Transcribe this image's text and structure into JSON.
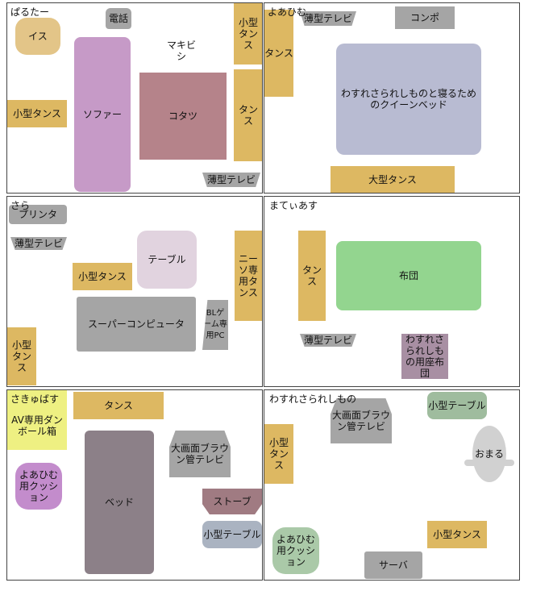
{
  "rooms": {
    "room1": {
      "label": "ぱるたー",
      "items": {
        "chair": "イス",
        "phone": "電話",
        "small_chest_top": "小型タンス",
        "sewing_machine": "マキビシ",
        "sofa": "ソファー",
        "small_chest_left": "小型タンス",
        "kotatsu": "コタツ",
        "chest_right": "タンス",
        "thin_tv": "薄型テレビ"
      }
    },
    "room2": {
      "label": "よあひむ",
      "items": {
        "thin_tv": "薄型テレビ",
        "stereo": "コンポ",
        "chest": "タンス",
        "queen_bed": "わすれさられしものと寝るためのクイーンベッド",
        "large_chest": "大型タンス"
      }
    },
    "room3": {
      "label": "さら",
      "items": {
        "printer": "プリンタ",
        "thin_tv": "薄型テレビ",
        "table": "テーブル",
        "nyson_chest": "ニーソ専用タンス",
        "small_chest_mid": "小型タンス",
        "supercomputer": "スーパーコンピュータ",
        "bl_game_pc": "BLゲーム専用PC",
        "small_chest_left": "小型タンス"
      }
    },
    "room4": {
      "label": "まてぃあす",
      "items": {
        "chest": "タンス",
        "futon": "布団",
        "thin_tv": "薄型テレビ",
        "cushion": "わすれさられしもの用座布団"
      }
    },
    "room5": {
      "label": "さきゅばす",
      "items": {
        "av_box": "AV専用ダンボール箱",
        "chest": "タンス",
        "bed": "ベッド",
        "crt_tv": "大画面ブラウン管テレビ",
        "cushion": "よあひむ用クッション",
        "stove": "ストーブ",
        "small_table": "小型テーブル"
      }
    },
    "room6": {
      "label": "わすれさられしもの",
      "items": {
        "crt_tv": "大画面ブラウン管テレビ",
        "small_table": "小型テーブル",
        "small_chest_left": "小型タンス",
        "potty": "おまる",
        "small_chest_right": "小型タンス",
        "cushion": "よあひむ用クッション",
        "server": "サーバ"
      }
    }
  },
  "colors": {
    "tan": "#ddb862",
    "gray": "#a5a5a5",
    "sofa": "#c69ac7",
    "kotatsu": "#b5838a",
    "queen_bed": "#b8bbd2",
    "table": "#e1d3df",
    "futon": "#93d58f",
    "zabuton": "#a88fa3",
    "av_box": "#eef082",
    "bed": "#8c8088",
    "cushion_purple": "#c38ccc",
    "stove": "#a07b82",
    "small_table": "#aab3c1",
    "small_table_green": "#9fbc9e",
    "potty": "#d1d1d1",
    "cushion_green": "#aac9a8"
  }
}
